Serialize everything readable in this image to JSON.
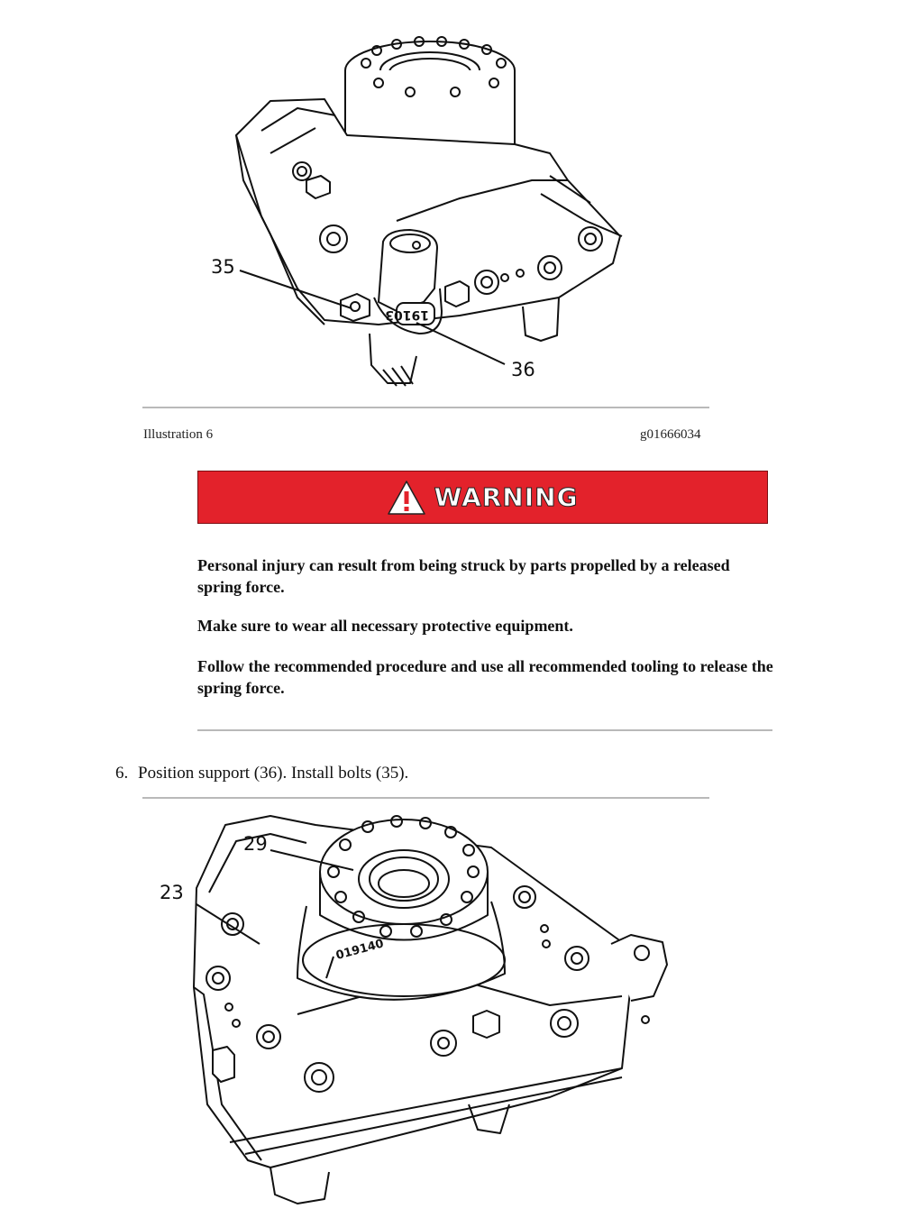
{
  "figure1": {
    "callouts": [
      "35",
      "36"
    ],
    "part_stamp": "19103",
    "caption_left": "Illustration 6",
    "caption_right": "g01666034"
  },
  "warning": {
    "title": "WARNING",
    "paragraphs": [
      "Personal injury can result from being struck by parts propelled by a released spring force.",
      "Make sure to wear all necessary protective equipment.",
      "Follow the recommended procedure and use all recommended tooling to release the spring force."
    ]
  },
  "step": {
    "number": "6.",
    "text": "Position support (36). Install bolts (35)."
  },
  "figure2": {
    "callouts": [
      "29",
      "23"
    ],
    "part_stamp": "019140"
  },
  "colors": {
    "warning_red": "#e3222b",
    "rule_gray": "#b9b9b9"
  }
}
